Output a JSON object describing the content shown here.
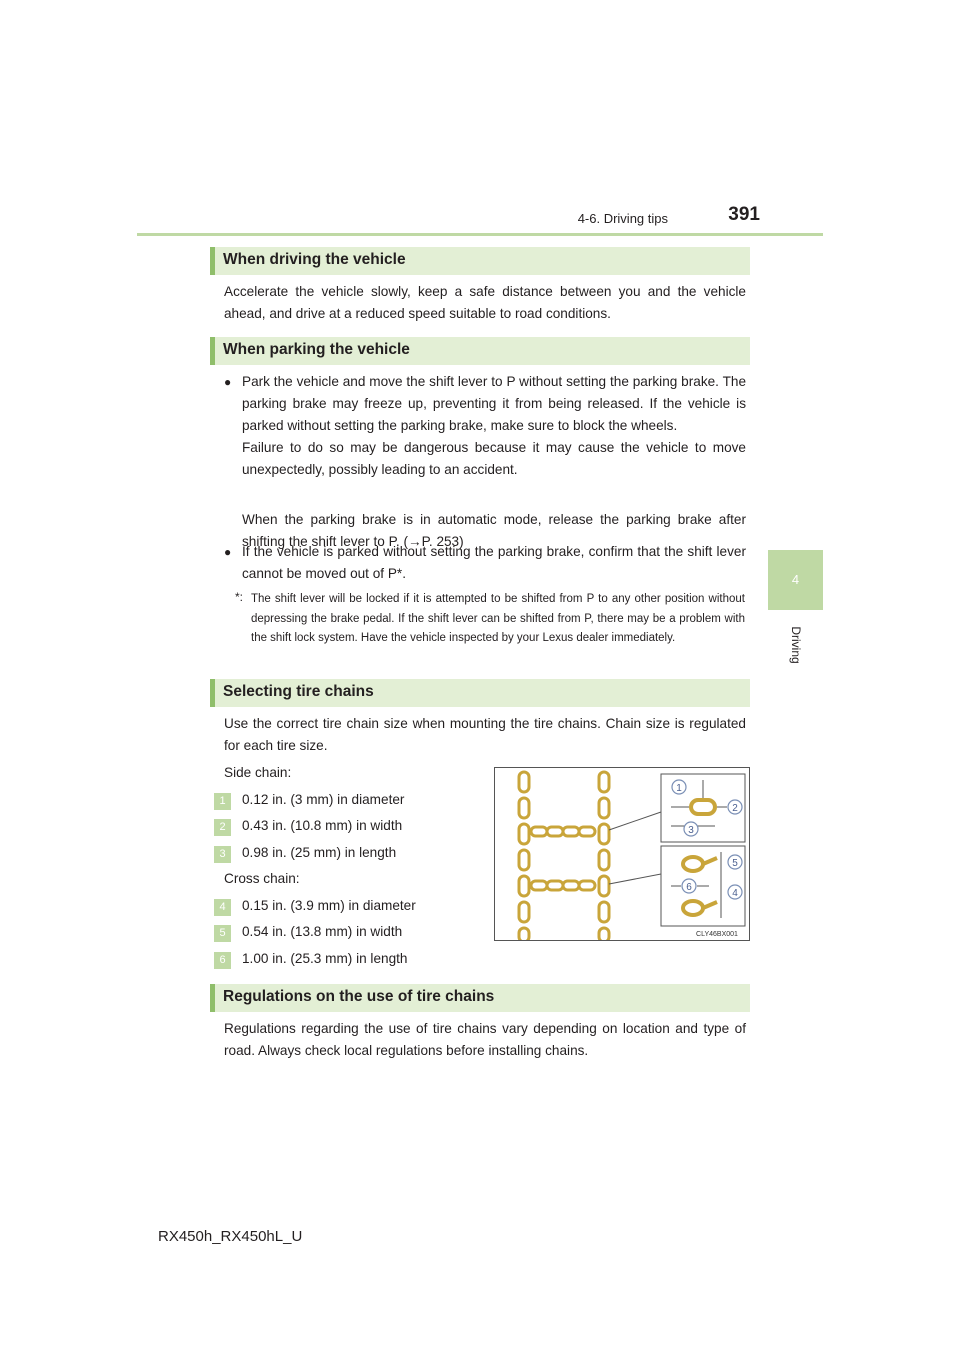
{
  "header": {
    "section": "4-6. Driving tips",
    "page_number": "391"
  },
  "side_tab": {
    "number": "4",
    "label": "Driving"
  },
  "sections": {
    "driving": {
      "heading": "When driving the vehicle",
      "text": "Accelerate the vehicle slowly, keep a safe distance between you and the vehicle ahead, and drive at a reduced speed suitable to road conditions."
    },
    "parking": {
      "heading": "When parking the vehicle",
      "bullet1_a": "Park the vehicle and move the shift lever to P without setting the parking brake. The parking brake may freeze up, preventing it from being released. If the vehicle is parked without setting the parking brake, make sure to block the wheels.",
      "bullet1_b": "Failure to do so may be dangerous because it may cause the vehicle to move unexpectedly, possibly leading to an accident.",
      "note": "When the parking brake is in automatic mode, release the parking brake after shifting the shift lever to P. (→P. 253)",
      "bullet2": "If the vehicle is parked without setting the parking brake, confirm that the shift lever cannot be moved out of P*.",
      "footnote_mark": "*:",
      "footnote": "The shift lever will be locked if it is attempted to be shifted from P to any other position without depressing the brake pedal. If the shift lever can be shifted from P, there may be a problem with the shift lock system. Have the vehicle inspected by your Lexus dealer immediately."
    },
    "chains": {
      "heading": "Selecting tire chains",
      "text": "Use the correct tire chain size when mounting the tire chains. Chain size is regulated for each tire size.",
      "side_label": "Side chain:",
      "cross_label": "Cross chain:",
      "specs": [
        {
          "num": "1",
          "text": "0.12 in. (3 mm) in diameter"
        },
        {
          "num": "2",
          "text": "0.43 in. (10.8 mm) in width"
        },
        {
          "num": "3",
          "text": "0.98 in. (25 mm) in length"
        },
        {
          "num": "4",
          "text": "0.15 in. (3.9 mm) in diameter"
        },
        {
          "num": "5",
          "text": "0.54 in. (13.8 mm) in width"
        },
        {
          "num": "6",
          "text": "1.00 in. (25.3 mm) in length"
        }
      ],
      "figure_code": "CLY46BX001"
    },
    "regulations": {
      "heading": "Regulations on the use of tire chains",
      "text": "Regulations regarding the use of tire chains vary depending on location and type of road. Always check local regulations before installing chains."
    }
  },
  "footer": {
    "model": "RX450h_RX450hL_U"
  },
  "colors": {
    "accent": "#bfd9a4",
    "heading_bg": "#e3efd5",
    "chain": "#c9a53a"
  }
}
